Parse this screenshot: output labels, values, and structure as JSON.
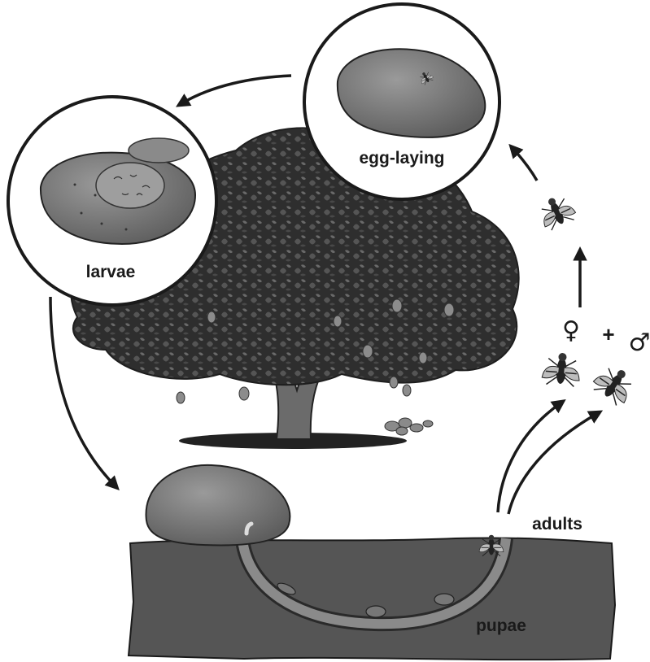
{
  "labels": {
    "egg_laying": "egg-laying",
    "larvae": "larvae",
    "adults": "adults",
    "pupae": "pupae",
    "female_symbol": "♀",
    "plus": "+",
    "male_symbol": "♂"
  },
  "colors": {
    "ink": "#1a1a1a",
    "fruit": "#7a7a7a",
    "soil": "#505050",
    "foliage": "#3a3a3a",
    "background": "#ffffff"
  }
}
